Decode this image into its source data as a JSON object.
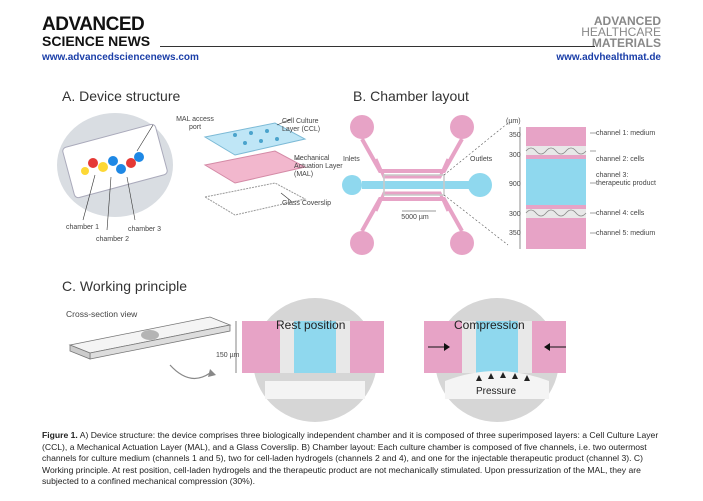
{
  "header": {
    "journal_left_line1": "ADVANCED",
    "journal_left_line2": "SCIENCE NEWS",
    "journal_right_line1": "ADVANCED",
    "journal_right_line2": "HEALTHCARE",
    "journal_right_line3": "MATERIALS",
    "url_left": "www.advancedsciencenews.com",
    "url_right": "www.advhealthmat.de"
  },
  "panel_a": {
    "title": "A. Device structure",
    "mal_port": "MAL access port",
    "chamber1": "chamber 1",
    "chamber2": "chamber 2",
    "chamber3": "chamber 3",
    "ccl": "Cell Culture Layer (CCL)",
    "mal": "Mechanical Actuation Layer (MAL)",
    "glass": "Glass Coverslip"
  },
  "panel_b": {
    "title": "B. Chamber layout",
    "inlets": "Inlets",
    "outlets": "Outlets",
    "length": "5000 µm",
    "unit": "(µm)",
    "dims": [
      "350",
      "300",
      "900",
      "300",
      "350"
    ],
    "channels": [
      "channel 1: medium",
      "channel 2: cells",
      "channel 3: therapeutic product",
      "channel 4: cells",
      "channel 5: medium"
    ]
  },
  "panel_c": {
    "title": "C. Working principle",
    "cross_section": "Cross-section view",
    "rest": "Rest position",
    "compression": "Compression",
    "height": "150 µm",
    "pressure": "Pressure"
  },
  "caption": {
    "label": "Figure 1.",
    "text": " A) Device structure: the device comprises three biologically independent chamber and it is composed of three superimposed layers: a Cell Culture Layer (CCL), a Mechanical Actuation Layer (MAL), and a Glass Coverslip. B) Chamber layout: Each culture chamber is composed of five channels, i.e. two outermost channels for culture medium (channels 1 and 5), two for cell-laden hydrogels (channels 2 and 4), and one for the injectable therapeutic product (channel 3). C) Working principle. At rest position, cell-laden hydrogels and the therapeutic product are not mechanically stimulated. Upon pressurization of the MAL, they are subjected to a confined mechanical compression (30%)."
  },
  "colors": {
    "pink": "#e7a3c6",
    "cyan": "#8fd8ee",
    "grey": "#cfcfcf",
    "link": "#1a3ea8"
  }
}
